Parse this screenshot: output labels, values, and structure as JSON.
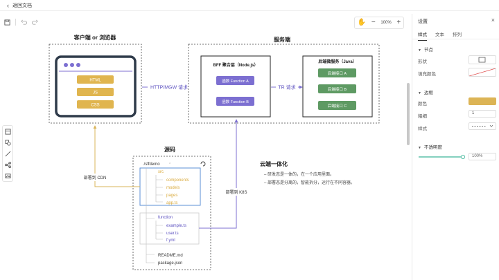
{
  "topbar": {
    "back_label": "返回文档"
  },
  "zoom": {
    "level": "100%",
    "minus": "−",
    "plus": "+"
  },
  "diagram": {
    "client_title": "客户端 or 浏览器",
    "server_title": "服务端",
    "client_items": [
      "HTML",
      "JS",
      "CSS"
    ],
    "http_label": "HTTP/MGW 请求",
    "bff_title": "BFF 聚合层（Node.js）",
    "bff_funcs": [
      "函数 Function A",
      "函数 Function B"
    ],
    "tr_label": "TR 请求",
    "micro_title": "后端微服务（Java）",
    "micro_items": [
      "后端接口 A",
      "后端接口 B",
      "后端接口 C"
    ],
    "source_title": "源码",
    "cdn_label": "部署到 CDN",
    "k8s_label": "部署到 K8S",
    "tree": {
      "root": "./sffdemo",
      "src": "src",
      "src_children": [
        "components",
        "models",
        "pages",
        "app.ts"
      ],
      "function": "function",
      "func_children": [
        "example.ts",
        "user.ts",
        "f.yml"
      ],
      "files": [
        "README.md",
        "package.json"
      ]
    },
    "cloud_title": "云端一体化",
    "cloud_points": [
      "– 研发态是一体的，在一个应用里面。",
      "– 部署态是分离的，智能拆分，运行在不同容器。"
    ]
  },
  "panel": {
    "title": "设置",
    "tabs": [
      "样式",
      "文本",
      "排列"
    ],
    "node_section": "节点",
    "shape_label": "形状",
    "fill_label": "填充颜色",
    "border_section": "边框",
    "color_label": "颜色",
    "width_label": "粗细",
    "width_value": "1",
    "style_label": "样式",
    "opacity_section": "不透明度",
    "opacity_value": "100%"
  },
  "colors": {
    "accent_purple": "#7c6fd1",
    "accent_gold": "#e0b54f",
    "accent_green": "#5e9a63",
    "border_gold": "#d9b45a"
  }
}
